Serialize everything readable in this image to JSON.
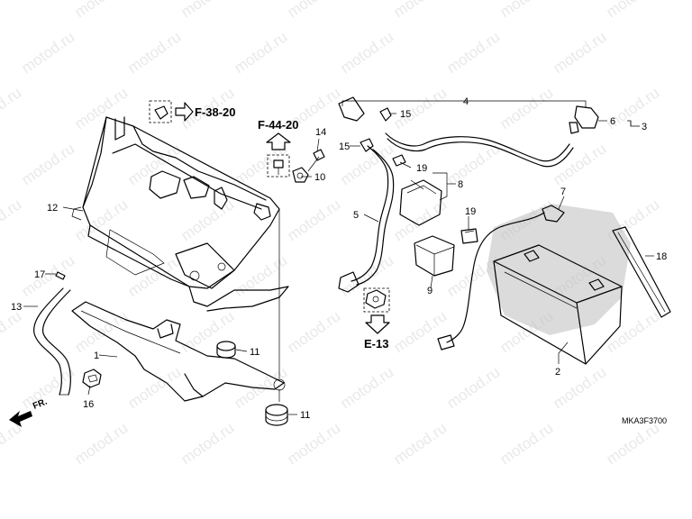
{
  "callouts": {
    "c1": "1",
    "c2": "2",
    "c3": "3",
    "c4": "4",
    "c5": "5",
    "c6": "6",
    "c7": "7",
    "c8": "8",
    "c9": "9",
    "c10": "10",
    "c11a": "11",
    "c11b": "11",
    "c12": "12",
    "c13": "13",
    "c14": "14",
    "c15a": "15",
    "c15b": "15",
    "c16": "16",
    "c17": "17",
    "c18": "18",
    "c19a": "19",
    "c19b": "19"
  },
  "references": {
    "f38": "F-38-20",
    "f44": "F-44-20",
    "e13": "E-13"
  },
  "direction_label": "FR.",
  "diagram_code": "MKA3F3700",
  "watermark_text": "motod.ru",
  "colors": {
    "line": "#000000",
    "watermark": "#e9e9e9",
    "hatch": "#bdbdbd"
  }
}
